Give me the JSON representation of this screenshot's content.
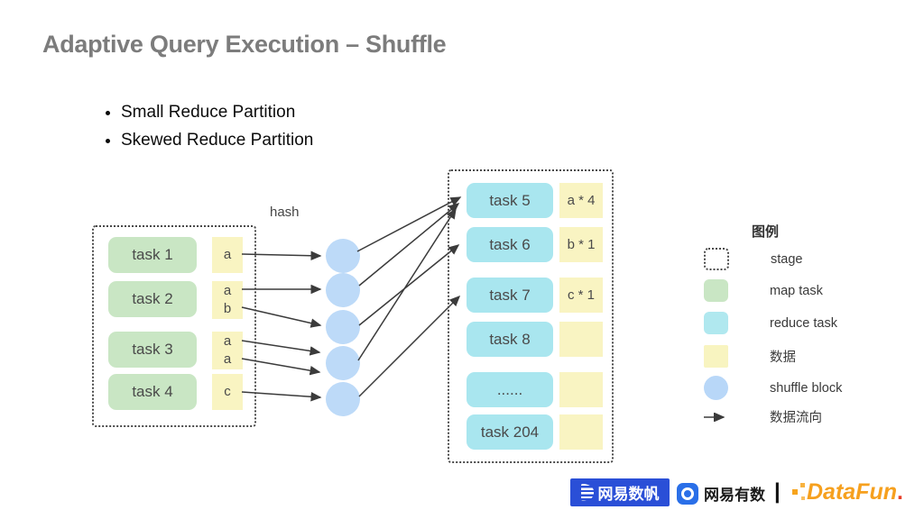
{
  "slide": {
    "title": "Adaptive Query Execution – Shuffle",
    "bullets": [
      "Small Reduce Partition",
      "Skewed Reduce Partition"
    ]
  },
  "diagram": {
    "hash_label": "hash",
    "map_stage": {
      "tasks": [
        {
          "label": "task 1",
          "data": [
            "a"
          ]
        },
        {
          "label": "task 2",
          "data": [
            "a",
            "b"
          ]
        },
        {
          "label": "task 3",
          "data": [
            "a",
            "a"
          ]
        },
        {
          "label": "task 4",
          "data": [
            "c"
          ]
        }
      ]
    },
    "shuffle_block_count": 5,
    "reduce_stage": {
      "tasks": [
        {
          "label": "task 5",
          "result": "a * 4"
        },
        {
          "label": "task 6",
          "result": "b * 1"
        },
        {
          "label": "task 7",
          "result": "c * 1"
        },
        {
          "label": "task 8",
          "result": ""
        },
        {
          "label": "......",
          "result": ""
        },
        {
          "label": "task 204",
          "result": ""
        }
      ]
    },
    "flows": [
      "task1.a -> block1",
      "task2.a -> block2",
      "task2.b -> block3",
      "task3.a -> block4",
      "task3.a -> block4",
      "task4.c -> block5",
      "block1 -> task 5",
      "block2 -> task 5",
      "block4 -> task 5",
      "block3 -> task 6",
      "block5 -> task 7"
    ],
    "legend": {
      "title": "图例",
      "items": [
        {
          "label": "stage",
          "swatch": "dotted-box"
        },
        {
          "label": "map task",
          "swatch": "green-box"
        },
        {
          "label": "reduce task",
          "swatch": "cyan-box"
        },
        {
          "label": "数据",
          "swatch": "yellow-box"
        },
        {
          "label": "shuffle block",
          "swatch": "blue-circle"
        },
        {
          "label": "数据流向",
          "swatch": "arrow"
        }
      ]
    }
  },
  "footer": {
    "shufan_label": "网易数帆",
    "youshu_label": "网易有数",
    "separator": "|",
    "datafun_label": "DataFun",
    "datafun_dot": "."
  },
  "colors": {
    "title_gray": "#7c7c7c",
    "map_task_green": "#c9e6c4",
    "reduce_task_cyan": "#a9e6ef",
    "data_yellow": "#f9f4c2",
    "shuffle_block_blue": "#bddaf8",
    "arrow_dark": "#3b3b3b",
    "shufan_blue": "#2a4fd7",
    "youshu_blue": "#2a6fe8",
    "datafun_orange": "#f6a01e",
    "datafun_red": "#e8402a"
  }
}
